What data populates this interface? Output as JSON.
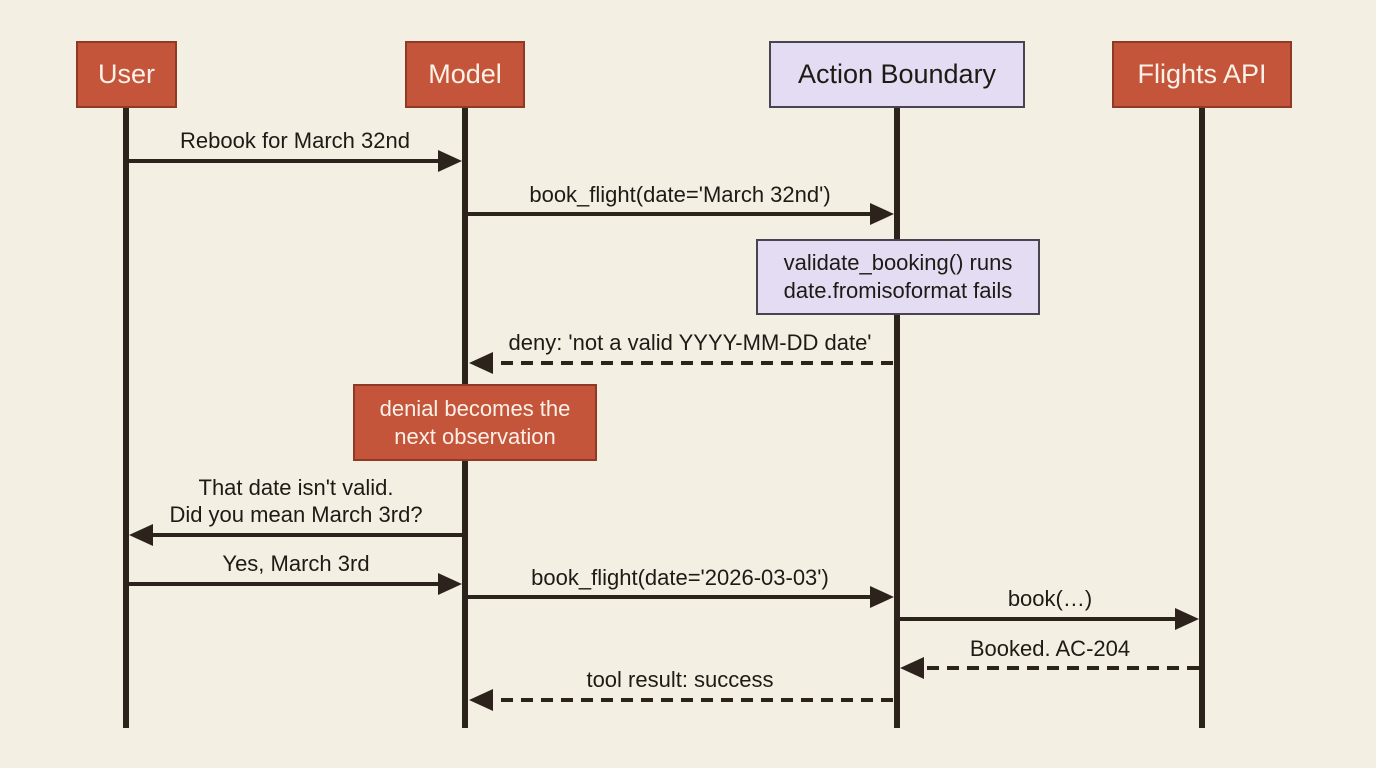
{
  "actors": {
    "user": "User",
    "model": "Model",
    "boundary": "Action Boundary",
    "api": "Flights API"
  },
  "notes": {
    "validate_line1": "validate_booking() runs",
    "validate_line2": "date.fromisoformat fails",
    "denial_line1": "denial becomes the",
    "denial_line2": "next observation"
  },
  "messages": {
    "m1": "Rebook for March 32nd",
    "m2": "book_flight(date='March 32nd')",
    "m3": "deny: 'not a valid YYYY-MM-DD date'",
    "m4_line1": "That date isn't valid.",
    "m4_line2": "Did you mean March 3rd?",
    "m5": "Yes, March 3rd",
    "m6": "book_flight(date='2026-03-03')",
    "m7": "book(…)",
    "m8": "Booked. AC-204",
    "m9": "tool result: success"
  },
  "colors": {
    "background": "#f3efe3",
    "actor_orange": "#c4553a",
    "actor_lavender": "#e4dcf2",
    "line": "#2c241c"
  }
}
